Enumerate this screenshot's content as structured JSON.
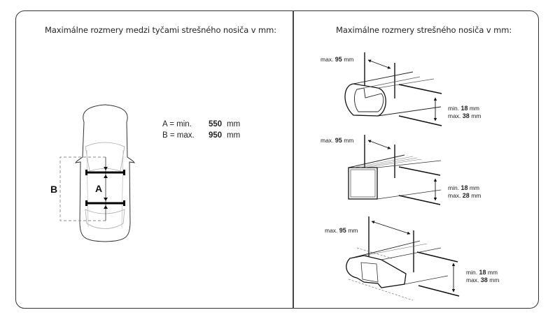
{
  "left_panel": {
    "title": "Maximálne rozmery medzi tyčami strešného nosiča v mm:",
    "label_a": "A",
    "label_b": "B",
    "dims": [
      {
        "prefix": "A = min.",
        "value": "550",
        "unit": "mm"
      },
      {
        "prefix": "B = max.",
        "value": "950",
        "unit": "mm"
      }
    ]
  },
  "right_panel": {
    "title": "Maximálne rozmery strešného nosiča v mm:",
    "bars": [
      {
        "name": "oval-aero-bar",
        "width_prefix": "max.",
        "width_value": "95",
        "width_unit": "mm",
        "min_prefix": "min.",
        "min_value": "18",
        "max_prefix": "max.",
        "max_value": "38",
        "unit": "mm"
      },
      {
        "name": "square-bar",
        "width_prefix": "max.",
        "width_value": "95",
        "width_unit": "mm",
        "min_prefix": "min.",
        "min_value": "18",
        "max_prefix": "max.",
        "max_value": "28",
        "unit": "mm"
      },
      {
        "name": "wing-bar",
        "width_prefix": "max.",
        "width_value": "95",
        "width_unit": "mm",
        "min_prefix": "min.",
        "min_value": "18",
        "max_prefix": "max.",
        "max_value": "38",
        "unit": "mm"
      }
    ]
  }
}
